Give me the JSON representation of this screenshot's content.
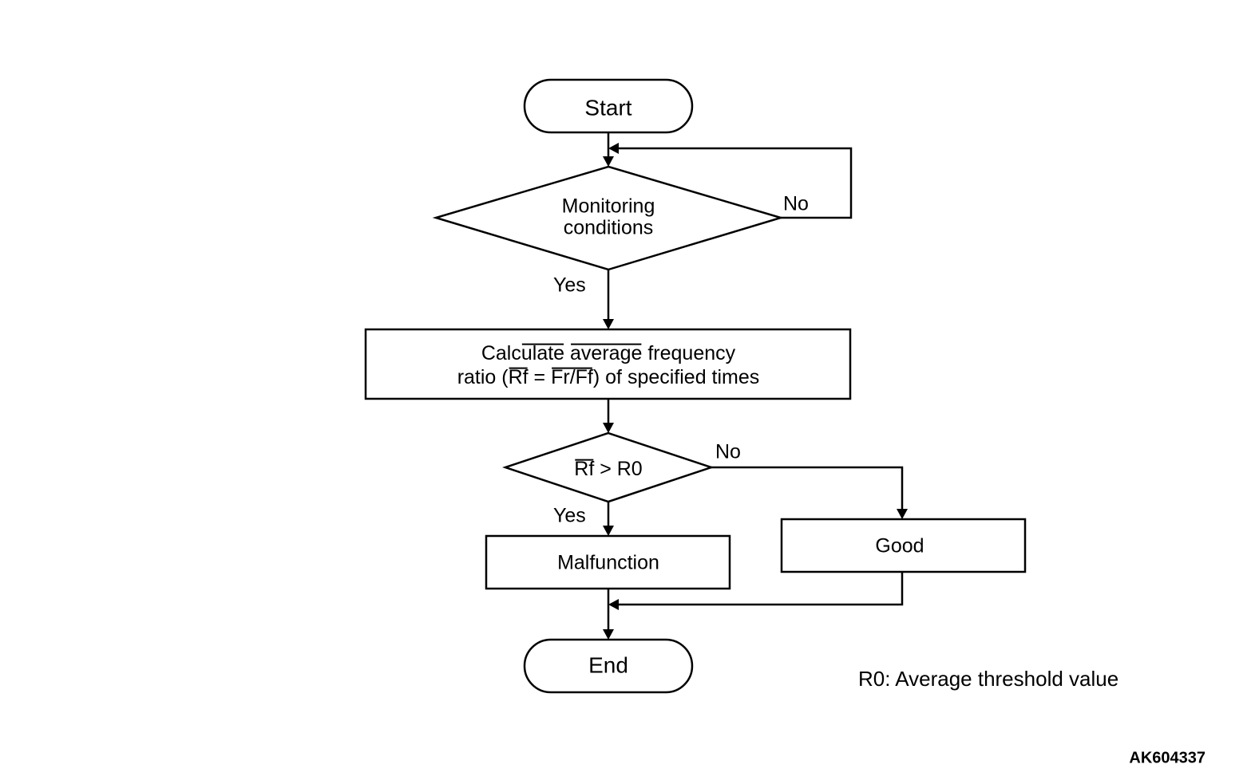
{
  "flowchart": {
    "start_label": "Start",
    "monitoring": {
      "line1": "Monitoring",
      "line2": "conditions"
    },
    "monitoring_no": "No",
    "monitoring_yes": "Yes",
    "calculate": {
      "line1_pre": "Calc",
      "line1_over1": "ulate",
      "line1_mid": " ",
      "line1_over2": "average",
      "line1_post": " frequency",
      "line2_pre": "ratio (",
      "line2_over1": "Rf",
      "line2_mid": " = ",
      "line2_over2": "Fr/Ff",
      "line2_post": ") of specified times"
    },
    "decision": {
      "over": "Rf",
      "rest": " > R0"
    },
    "decision_no": "No",
    "decision_yes": "Yes",
    "malfunction_label": "Malfunction",
    "good_label": "Good",
    "end_label": "End"
  },
  "note": "R0: Average threshold value",
  "figure_code": "AK604337"
}
